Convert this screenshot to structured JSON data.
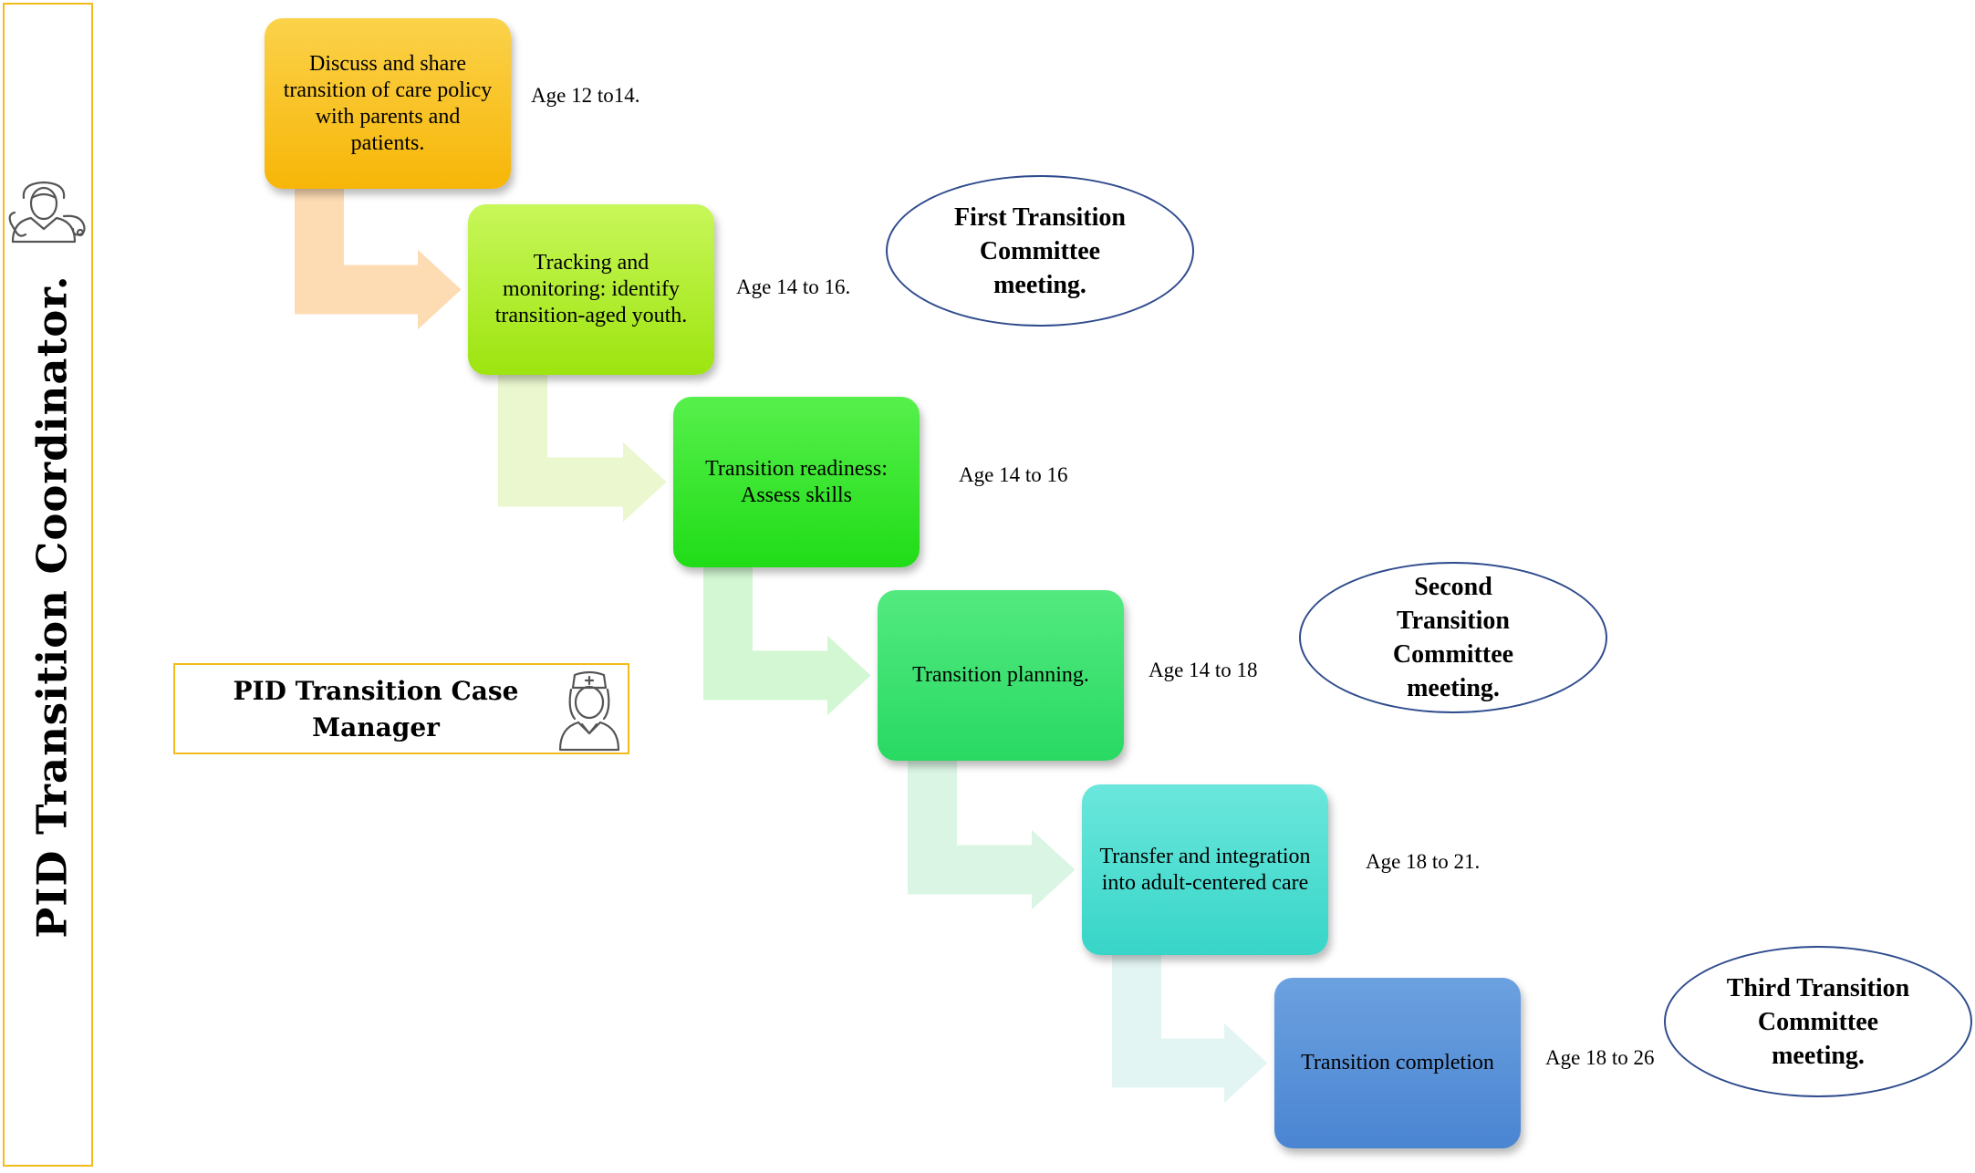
{
  "coordinator": {
    "title": "PID Transition Coordinator.",
    "icon": "doctor-icon"
  },
  "case_manager": {
    "label": "PID Transition Case Manager",
    "icon": "nurse-icon"
  },
  "steps": [
    {
      "text": "Discuss and share transition of care policy with parents and patients.",
      "age": "Age 12 to14.",
      "color": "#f7b608",
      "arrow_color": "#fddcb4"
    },
    {
      "text": "Tracking and monitoring: identify transition-aged youth.",
      "age": "Age 14 to 16.",
      "color": "#9de40f",
      "arrow_color": "#eaf7cf"
    },
    {
      "text": "Transition readiness: Assess skills",
      "age": "Age 14 to 16",
      "color": "#20dc17",
      "arrow_color": "#d3f7d3"
    },
    {
      "text": "Transition planning.",
      "age": "Age 14 to 18",
      "color": "#28d962",
      "arrow_color": "#daf5e4"
    },
    {
      "text": "Transfer and integration into adult-centered care",
      "age": "Age 18 to 21.",
      "color": "#37d5c8",
      "arrow_color": "#e3f5f3"
    },
    {
      "text": "Transition completion",
      "age": "Age 18 to 26",
      "color": "#4a85d2"
    }
  ],
  "meetings": [
    {
      "text": "First Transition Committee meeting."
    },
    {
      "text": "Second Transition Committee meeting."
    },
    {
      "text": "Third Transition Committee meeting."
    }
  ]
}
